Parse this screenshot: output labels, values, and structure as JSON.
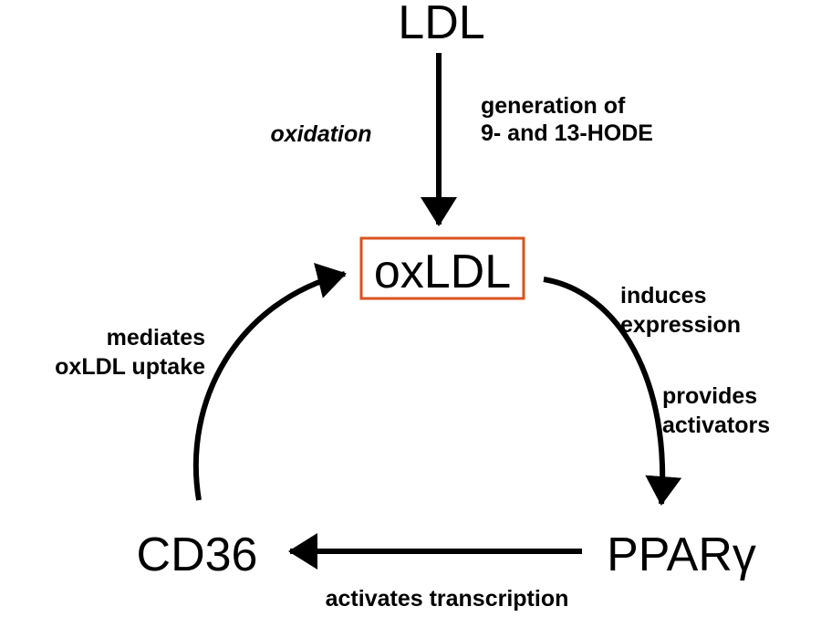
{
  "nodes": {
    "ldl": "LDL",
    "oxldl": "oxLDL",
    "ppar": "PPARγ",
    "cd36": "CD36"
  },
  "edges": {
    "ldl_to_oxldl": {
      "left_label": "oxidation",
      "right_label_lines": [
        "generation of",
        "9- and 13-HODE"
      ]
    },
    "oxldl_to_ppar": {
      "label_lines_1": [
        "induces",
        "expression"
      ],
      "label_lines_2": [
        "provides",
        "activators"
      ]
    },
    "ppar_to_cd36": {
      "label": "activates transcription"
    },
    "cd36_to_oxldl": {
      "label_lines": [
        "mediates",
        "oxLDL uptake"
      ]
    }
  },
  "colors": {
    "highlight_box": "#d9531e",
    "ink": "#000000"
  }
}
